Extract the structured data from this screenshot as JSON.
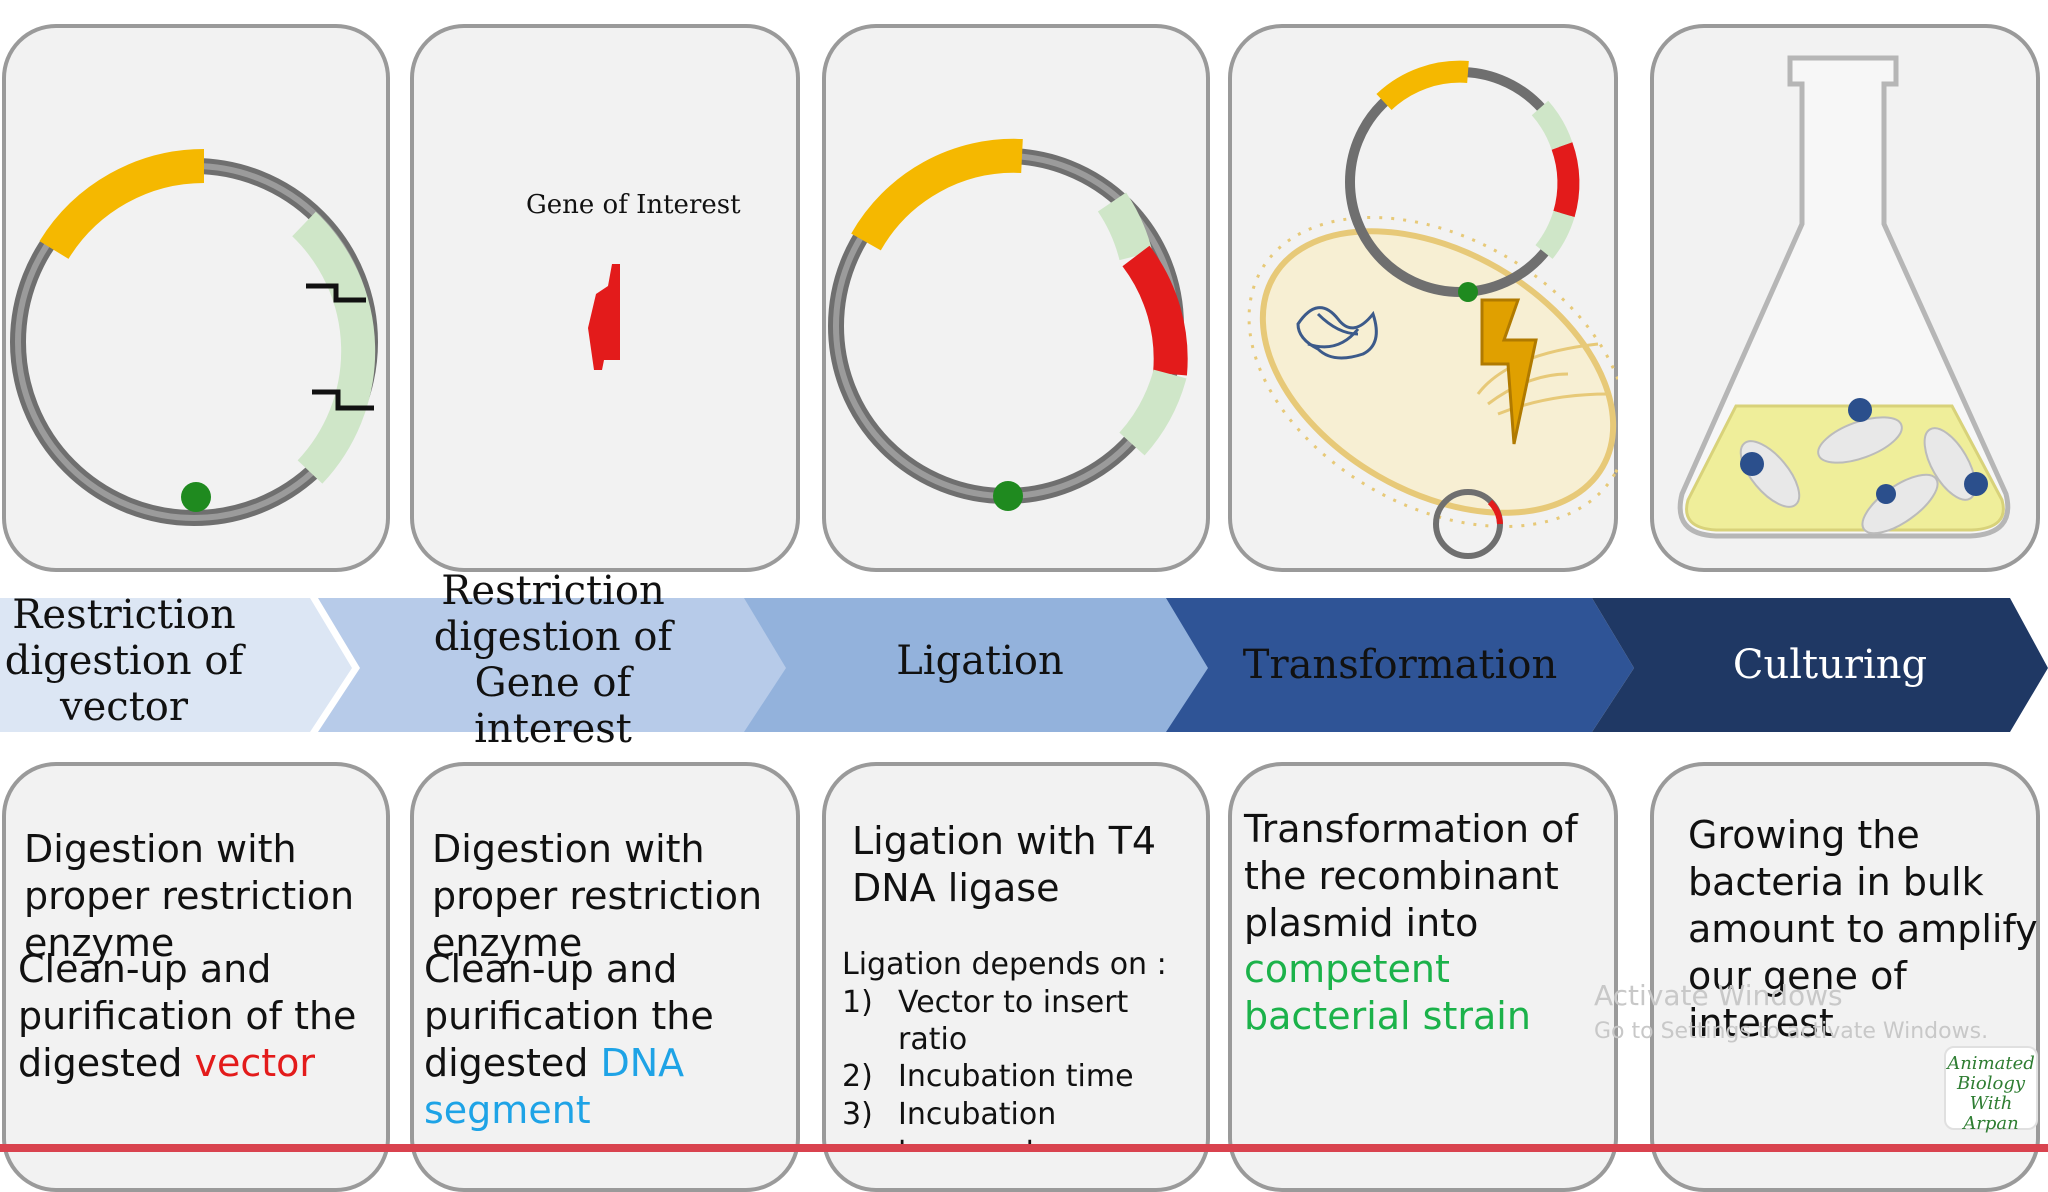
{
  "top_panels": {
    "gene_of_interest_label": "Gene of Interest"
  },
  "steps": [
    {
      "label": "Restriction digestion of vector"
    },
    {
      "label": "Restriction digestion of Gene of interest"
    },
    {
      "label": "Ligation"
    },
    {
      "label": "Transformation"
    },
    {
      "label": "Culturing"
    }
  ],
  "descriptions": {
    "d1_line1": "Digestion with proper restriction enzyme",
    "d1_line2": "Clean-up and purification of the digested ",
    "d1_highlight": "vector",
    "d2_line1": "Digestion with proper restriction enzyme",
    "d2_line2": "Clean-up and purification the digested ",
    "d2_highlight": "DNA segment",
    "d3_title": "Ligation with T4 DNA ligase",
    "d3_sub": "Ligation depends on :",
    "d3_items": [
      "1)",
      "Vector to insert ratio",
      "2)",
      "Incubation time",
      "3)",
      "Incubation temperature"
    ],
    "d4_line1": "Transformation of the recombinant plasmid into",
    "d4_highlight": "competent bacterial strain",
    "d5_line1": "Growing the bacteria in bulk amount to amplify our gene of interest"
  },
  "overlay": {
    "watermark_line1": "Activate Windows",
    "watermark_line2": "Go to Settings to activate Windows.",
    "logo_text": "Animated Biology With Arpan"
  },
  "colors": {
    "accent_red": "#e31b1b",
    "accent_blue": "#1ea3e6",
    "accent_green": "#1bb24a",
    "arrow_1": "#dce6f4",
    "arrow_2": "#b7cbe9",
    "arrow_3": "#93b2dc",
    "arrow_4": "#2f5496",
    "arrow_5": "#1f3864"
  }
}
